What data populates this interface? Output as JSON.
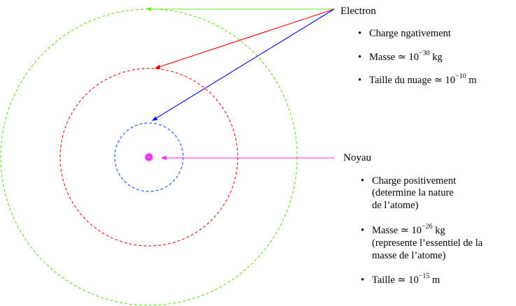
{
  "electron": {
    "label": "Electron",
    "items": [
      [
        "Charge ngativement"
      ],
      [
        "Masse ",
        "≃",
        " 10",
        "−30",
        " kg"
      ],
      [
        "Taille du nuage ",
        "≃",
        " 10",
        "−10",
        " m"
      ]
    ]
  },
  "noyau": {
    "label": "Noyau",
    "items": {
      "charge": [
        "Charge positivement",
        "(determine la nature",
        "de l’atome)"
      ],
      "masse_main": [
        "Masse ",
        "≃",
        " 10",
        "−26",
        " kg"
      ],
      "masse_rest": [
        "(represente l’essentiel de la",
        "masse de l’atome)"
      ],
      "taille": [
        "Taille ",
        "≃",
        " 10",
        "−15",
        " m"
      ]
    }
  },
  "bullet": "•",
  "colors": {
    "outer_orbit": "#66dd22",
    "middle_orbit": "#ee1111",
    "inner_orbit": "#1155dd",
    "nucleus": "#dd22dd",
    "arrow_green": "#66ee22",
    "arrow_red": "#ee0000",
    "arrow_blue": "#0000ee",
    "arrow_magenta": "#ee22ee"
  }
}
